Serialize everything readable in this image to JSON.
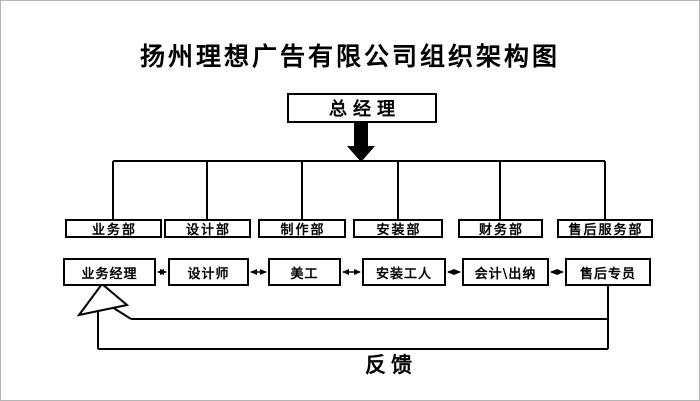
{
  "title": "扬州理想广告有限公司组织架构图",
  "top_node": {
    "label": "总经理"
  },
  "departments": [
    {
      "label": "业务部",
      "role": "业务经理"
    },
    {
      "label": "设计部",
      "role": "设计师"
    },
    {
      "label": "制作部",
      "role": "美工"
    },
    {
      "label": "安装部",
      "role": "安装工人"
    },
    {
      "label": "财务部",
      "role": "会计\\出纳"
    },
    {
      "label": "售后服务部",
      "role": "售后专员"
    }
  ],
  "feedback_label": "反馈",
  "colors": {
    "line": "#000000",
    "background": "#ffffff",
    "frame": "#b5b5b5"
  }
}
